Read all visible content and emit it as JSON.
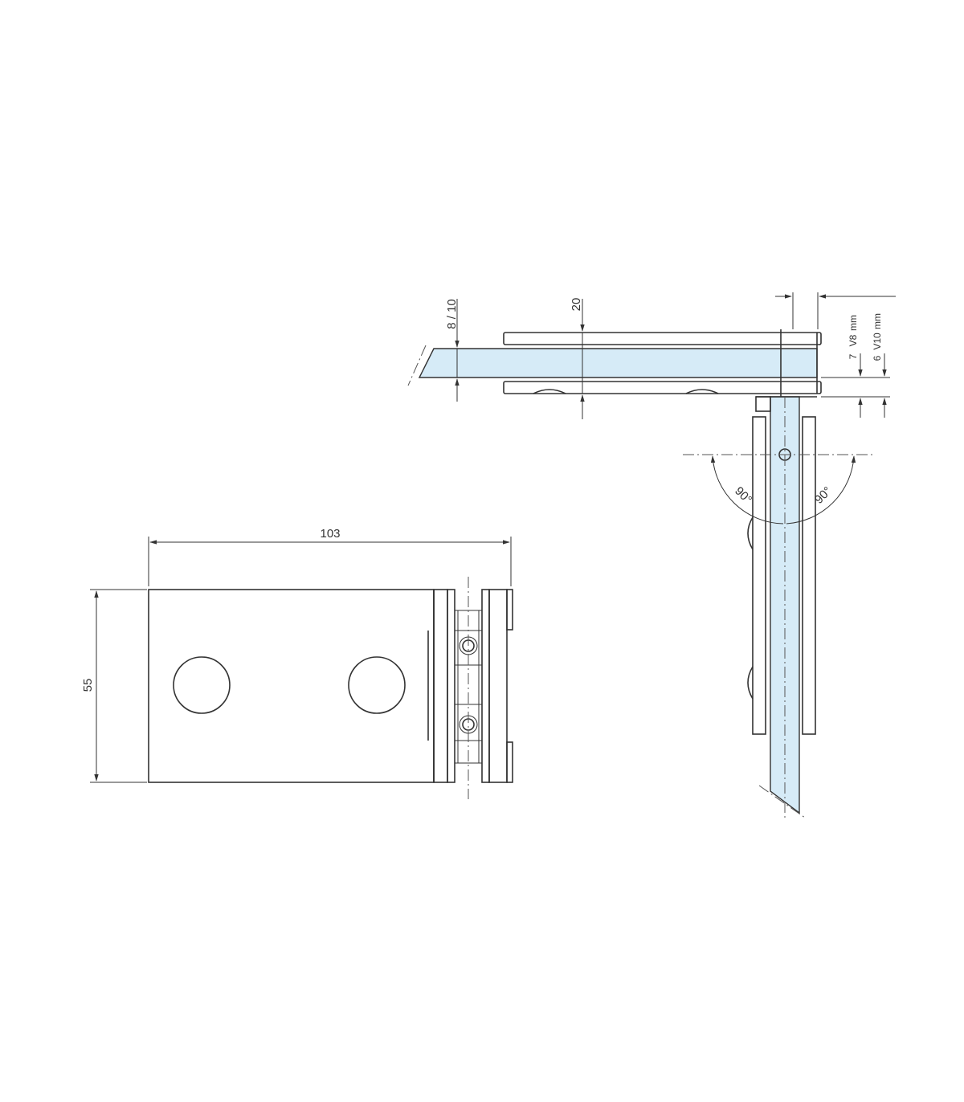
{
  "colors": {
    "line": "#333333",
    "glass": "#d6ebf7",
    "background": "#ffffff"
  },
  "front_view": {
    "width_dimension": "103",
    "height_dimension": "55"
  },
  "plan_view": {
    "glass_thickness_dimension": "8 / 10",
    "clamp_dimension": "20",
    "offset_v8": "7",
    "label_v8": "V8",
    "unit_v8": "mm",
    "offset_v10": "6",
    "label_v10": "V10",
    "unit_v10": "mm",
    "angle_left": "90°",
    "angle_right": "90°"
  }
}
